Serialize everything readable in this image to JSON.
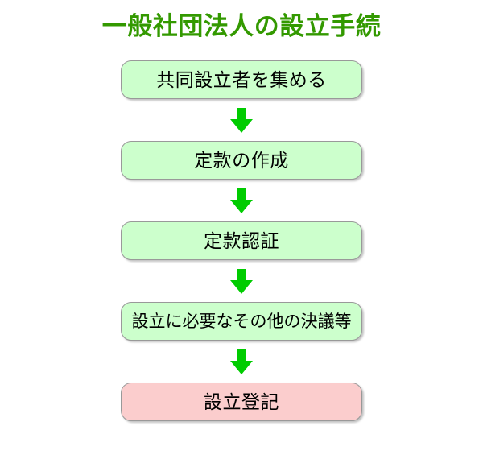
{
  "title": "一般社団法人の設立手続",
  "colors": {
    "title_text": "#339900",
    "box_green_fill": "#ccffcc",
    "box_pink_fill": "#fbcdcd",
    "box_border": "#999999",
    "arrow_fill": "#00cc00",
    "label_text": "#000000",
    "background": "#ffffff"
  },
  "chart_data": {
    "type": "diagram",
    "diagram_kind": "vertical-flowchart",
    "title": "一般社団法人の設立手続",
    "orientation": "top-to-bottom",
    "connector": "down-arrow",
    "steps": [
      {
        "order": 1,
        "label": "共同設立者を集める",
        "fill": "#ccffcc",
        "highlight": false
      },
      {
        "order": 2,
        "label": "定款の作成",
        "fill": "#ccffcc",
        "highlight": false
      },
      {
        "order": 3,
        "label": "定款認証",
        "fill": "#ccffcc",
        "highlight": false
      },
      {
        "order": 4,
        "label": "設立に必要なその他の決議等",
        "fill": "#ccffcc",
        "highlight": false
      },
      {
        "order": 5,
        "label": "設立登記",
        "fill": "#fbcdcd",
        "highlight": true
      }
    ],
    "arrow_count": 4
  },
  "icons": {
    "arrow": "arrow-down-icon"
  }
}
